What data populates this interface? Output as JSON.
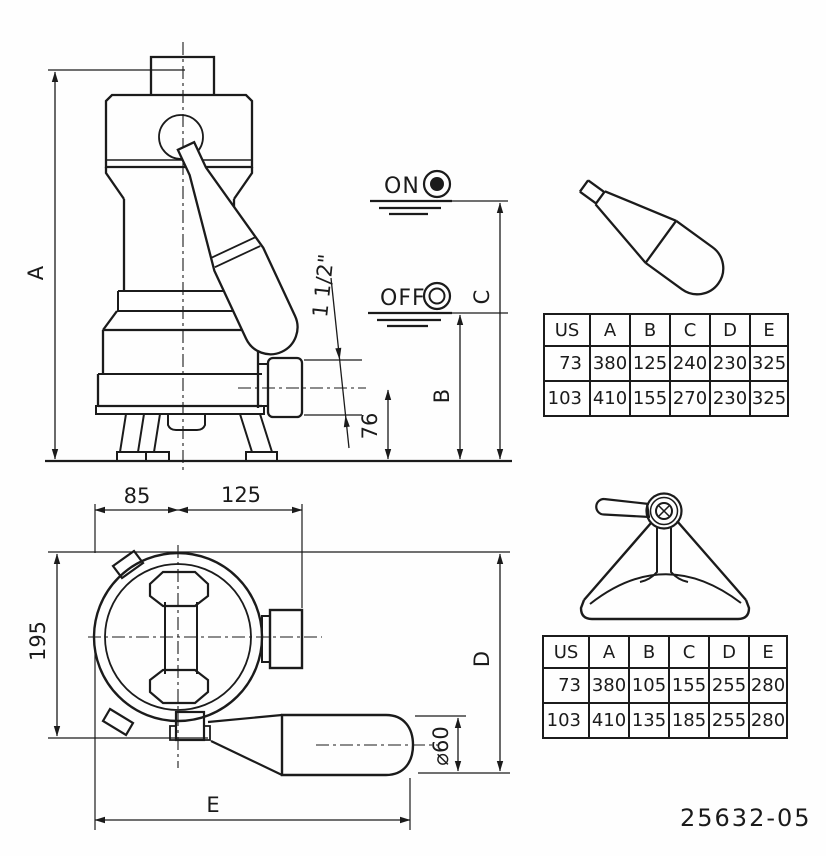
{
  "drawing_number": "25632-05",
  "front_view": {
    "dim_a": "A",
    "dim_b": "B",
    "dim_c": "C",
    "height_76": "76",
    "outlet_size": "1 1/2\"",
    "switch_on": "ON",
    "switch_off": "OFF"
  },
  "top_view": {
    "width_85": "85",
    "width_125": "125",
    "height_195": "195",
    "dim_d": "D",
    "dim_e": "E",
    "float_diameter": "⌀60"
  },
  "tables": {
    "upper": {
      "headers": [
        "US",
        "A",
        "B",
        "C",
        "D",
        "E"
      ],
      "rows": [
        [
          "73",
          "380",
          "125",
          "240",
          "230",
          "325"
        ],
        [
          "103",
          "410",
          "155",
          "270",
          "230",
          "325"
        ]
      ]
    },
    "lower": {
      "headers": [
        "US",
        "A",
        "B",
        "C",
        "D",
        "E"
      ],
      "rows": [
        [
          "73",
          "380",
          "105",
          "155",
          "255",
          "280"
        ],
        [
          "103",
          "410",
          "135",
          "185",
          "255",
          "280"
        ]
      ]
    }
  },
  "colors": {
    "line": "#1b1b1b",
    "background": "#fefefe"
  }
}
